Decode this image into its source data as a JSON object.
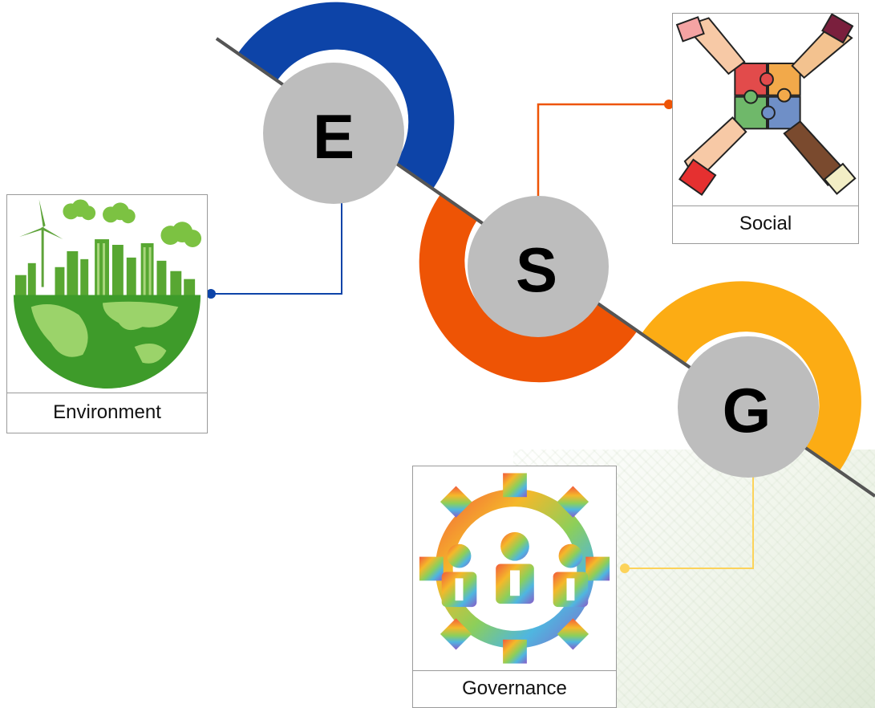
{
  "pillars": [
    {
      "letter": "E",
      "color": "#0d44a8",
      "label": "Environment",
      "icon": "green-earth-city-icon"
    },
    {
      "letter": "S",
      "color": "#ee5405",
      "label": "Social",
      "icon": "hands-puzzle-icon"
    },
    {
      "letter": "G",
      "color": "#fcac14",
      "label": "Governance",
      "icon": "gear-team-icon"
    }
  ],
  "line_color": "#555555",
  "circle_color": "#bdbdbd"
}
